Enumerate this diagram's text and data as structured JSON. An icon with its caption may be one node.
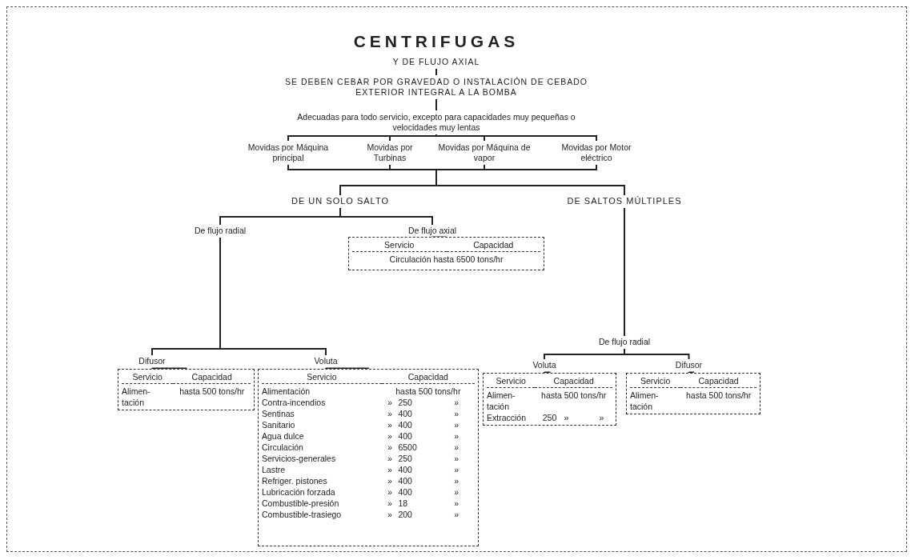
{
  "diagram": {
    "title": "CENTRIFUGAS",
    "nodes": [
      {
        "text": [
          "Y DE FLUJO AXIAL"
        ]
      },
      {
        "text": [
          "SE DEBEN CEBAR POR GRAVEDAD O INSTALACIÓN DE CEBADO EXTERIOR INTEGRAL A LA BOMBA"
        ]
      },
      {
        "text": [
          "Adecuadas para todo servicio, excepto para capacidades muy pequeñas o velocidades muy lentas"
        ]
      },
      {
        "text": [
          "Movidas por Máquina principal"
        ]
      },
      {
        "text": [
          "Movidas por Turbinas"
        ]
      },
      {
        "text": [
          "Movidas por Máquina de vapor"
        ]
      },
      {
        "text": [
          "Movidas por Motor eléctrico"
        ]
      },
      {
        "text": [
          "DE UN SOLO SALTO"
        ]
      },
      {
        "text": [
          "DE SALTOS MÚLTIPLES"
        ]
      },
      {
        "text": [
          "De flujo radial"
        ]
      },
      {
        "text": [
          "De flujo axial"
        ]
      },
      {
        "text": [
          "Servicio",
          "Capacidad",
          "Circulación hasta 6500 tons/hr"
        ]
      },
      {
        "text": [
          "Difusor"
        ]
      },
      {
        "text": [
          "Voluta"
        ]
      },
      {
        "text": [
          "Servicio",
          "Capacidad",
          "Alimen- tación",
          "hasta 500 tons/hr"
        ]
      },
      {
        "text": [
          "Servicio",
          "Capacidad",
          "Alimentación",
          "hasta 500 tons/hr",
          "Contra-incendios",
          "»",
          "250",
          "»",
          "Sentinas",
          "»",
          "400",
          "»",
          "Sanitario",
          "»",
          "400",
          "»",
          "Agua dulce",
          "»",
          "400",
          "»",
          "Circulación",
          "»",
          "6500",
          "»",
          "Servicios-generales",
          "»",
          "250",
          "»",
          "Lastre",
          "»",
          "400",
          "»",
          "Refriger. pistones",
          "»",
          "400",
          "»",
          "Lubricación forzada",
          "»",
          "400",
          "»",
          "Combustible-presión",
          "»",
          "18",
          "»",
          "Combustible-trasiego",
          "»",
          "200",
          "»"
        ]
      },
      {
        "text": [
          "De flujo radial"
        ]
      },
      {
        "text": [
          "Voluta"
        ]
      },
      {
        "text": [
          "Difusor"
        ]
      },
      {
        "text": [
          "Servicio",
          "Capacidad",
          "Alimen- tación",
          "hasta 500 tons/hr",
          "Extracción",
          "250",
          "»",
          "»"
        ]
      },
      {
        "text": [
          "Servicio",
          "Capacidad",
          "Alimen- tación",
          "hasta 500 tons/hr"
        ]
      }
    ],
    "edges": [
      {
        "from": 0,
        "to": 1,
        "arrow": "none"
      },
      {
        "from": 1,
        "to": 2,
        "arrow": "none"
      },
      {
        "from": 2,
        "to": 3,
        "arrow": "none"
      },
      {
        "from": 2,
        "to": 4,
        "arrow": "none"
      },
      {
        "from": 2,
        "to": 5,
        "arrow": "none"
      },
      {
        "from": 2,
        "to": 6,
        "arrow": "none"
      },
      {
        "from": 3,
        "to": 7,
        "arrow": "none"
      },
      {
        "from": 4,
        "to": 7,
        "arrow": "none"
      },
      {
        "from": 5,
        "to": 7,
        "arrow": "none"
      },
      {
        "from": 6,
        "to": 7,
        "arrow": "none"
      },
      {
        "from": 3,
        "to": 8,
        "arrow": "none"
      },
      {
        "from": 4,
        "to": 8,
        "arrow": "none"
      },
      {
        "from": 5,
        "to": 8,
        "arrow": "none"
      },
      {
        "from": 6,
        "to": 8,
        "arrow": "none"
      },
      {
        "from": 7,
        "to": 9,
        "arrow": "none"
      },
      {
        "from": 7,
        "to": 10,
        "arrow": "none"
      },
      {
        "from": 10,
        "to": 11,
        "arrow": "none"
      },
      {
        "from": 9,
        "to": 12,
        "arrow": "none"
      },
      {
        "from": 9,
        "to": 13,
        "arrow": "none"
      },
      {
        "from": 12,
        "to": 14,
        "arrow": "none"
      },
      {
        "from": 13,
        "to": 15,
        "arrow": "none"
      },
      {
        "from": 8,
        "to": 16,
        "arrow": "none"
      },
      {
        "from": 16,
        "to": 17,
        "arrow": "none"
      },
      {
        "from": 16,
        "to": 18,
        "arrow": "none"
      },
      {
        "from": 17,
        "to": 19,
        "arrow": "none"
      },
      {
        "from": 18,
        "to": 20,
        "arrow": "none"
      }
    ]
  }
}
